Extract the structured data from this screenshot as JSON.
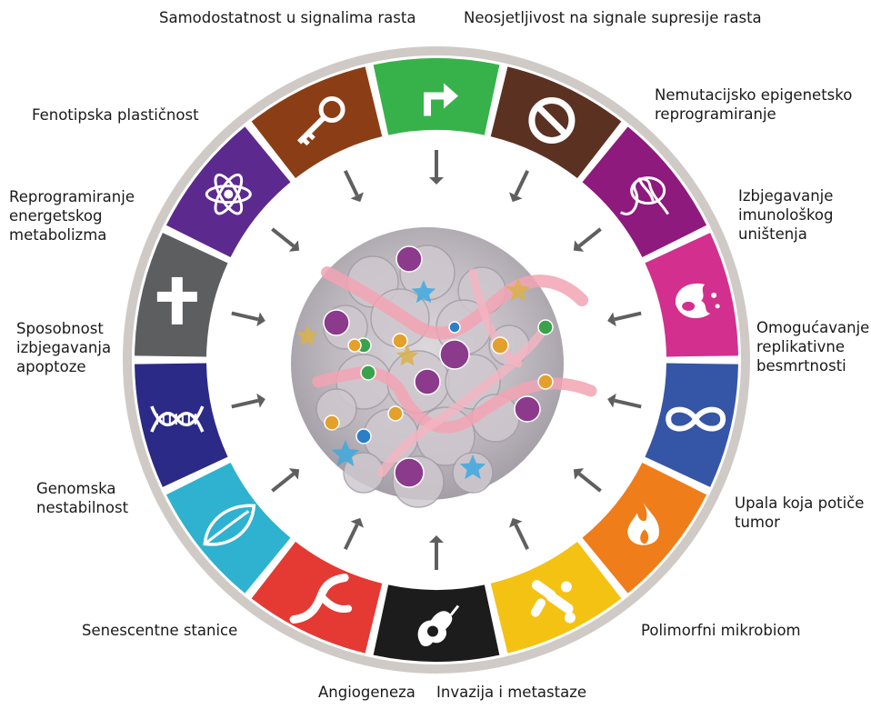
{
  "diagram": {
    "hallmarks": [
      {
        "id": "samodostatnost",
        "label": "Samodostatnost u signalima rasta",
        "color": "#37b24a",
        "icon": "bent-arrow-icon"
      },
      {
        "id": "neosjetljivost",
        "label": "Neosjetljivost na signale supresije rasta",
        "color": "#5b3222",
        "icon": "prohibition-icon"
      },
      {
        "id": "epigenetsko",
        "label": "Nemutacijsko epigenetsko\nreprogramiranje",
        "color": "#8e1a7e",
        "icon": "chromatin-icon"
      },
      {
        "id": "imunolosko",
        "label": "Izbjegavanje\nimunološkog\nuništenja",
        "color": "#d32f8e",
        "icon": "immune-cell-icon"
      },
      {
        "id": "besmrtnost",
        "label": "Omogućavanje\nreplikativne\nbesmrtnosti",
        "color": "#3555a6",
        "icon": "infinity-icon"
      },
      {
        "id": "upala",
        "label": "Upala koja potiče\ntumor",
        "color": "#ef7d1a",
        "icon": "flame-icon"
      },
      {
        "id": "mikrobiom",
        "label": "Polimorfni mikrobiom",
        "color": "#f3c213",
        "icon": "bacteria-icon"
      },
      {
        "id": "invazija",
        "label": "Invazija i metastaze",
        "color": "#1c1c1c",
        "icon": "migrating-cell-icon"
      },
      {
        "id": "angiogeneza",
        "label": "Angiogeneza",
        "color": "#e53a33",
        "icon": "blood-vessel-icon"
      },
      {
        "id": "senescentne",
        "label": "Senescentne stanice",
        "color": "#2eb2cf",
        "icon": "leaf-icon"
      },
      {
        "id": "genomska",
        "label": "Genomska\nnestabilnost",
        "color": "#2b2a86",
        "icon": "dna-icon"
      },
      {
        "id": "apoptoza",
        "label": "Sposobnost\nizbjegavanja\napoptoze",
        "color": "#5d5e60",
        "icon": "cross-icon"
      },
      {
        "id": "metabolizam",
        "label": "Reprogramiranje\nenergetskog\nmetabolizma",
        "color": "#5c2a8e",
        "icon": "atom-icon"
      },
      {
        "id": "plasticnost",
        "label": "Fenotipska plastičnost",
        "color": "#8b3e16",
        "icon": "key-icon"
      }
    ],
    "center_icon": "tumor-mass-icon",
    "arrow_color": "#5f5f5f",
    "ring_color": "#cfcac5"
  }
}
